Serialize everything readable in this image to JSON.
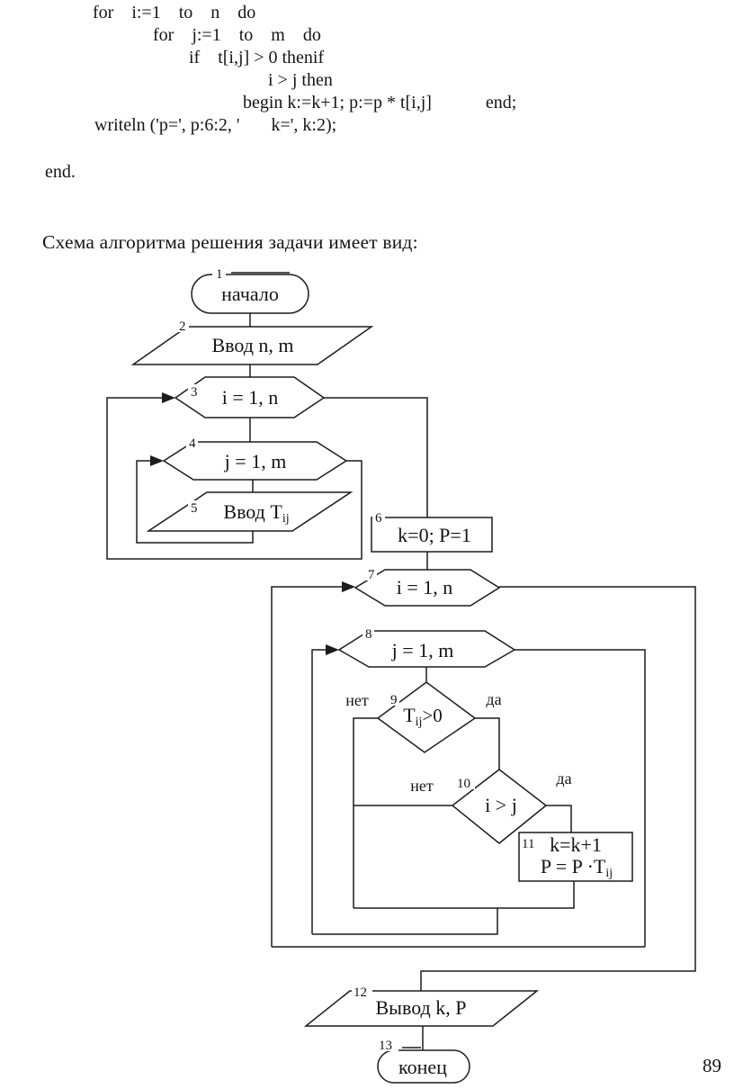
{
  "document": {
    "heading": "Схема алгоритма решения задачи имеет вид:",
    "page_number": "89",
    "code": {
      "lines": [
        "for    i:=1    to    n    do",
        "for    j:=1    to    m    do",
        "if    t[i,j] > 0 thenif",
        "i > j then",
        "begin k:=k+1; p:=p * t[i,j]            end;",
        "writeln ('p=', p:6:2, '       k=', k:2);",
        "end."
      ]
    }
  },
  "flowchart": {
    "nodes": {
      "start": {
        "id": "1",
        "label": "начало"
      },
      "input_nm": {
        "id": "2",
        "label": "Ввод n, m"
      },
      "loop_i1": {
        "id": "3",
        "label": "i = 1, n"
      },
      "loop_j1": {
        "id": "4",
        "label": "j = 1, m"
      },
      "input_t": {
        "id": "5",
        "pre": "Ввод T",
        "sub": "ij"
      },
      "init": {
        "id": "6",
        "label": "k=0; P=1"
      },
      "loop_i2": {
        "id": "7",
        "label": "i = 1, n"
      },
      "loop_j2": {
        "id": "8",
        "label": "j = 1, m"
      },
      "cond_t": {
        "id": "9",
        "pre": "T",
        "sub": "ij",
        "post": ">0"
      },
      "cond_ij": {
        "id": "10",
        "label": "i > j"
      },
      "update": {
        "id": "11",
        "line1": "k=k+1",
        "line2_pre": "P = P ·T",
        "line2_sub": "ij"
      },
      "output": {
        "id": "12",
        "label": "Вывод k, P"
      },
      "end": {
        "id": "13",
        "label": "конец"
      }
    },
    "branch_labels": {
      "no": "нет",
      "yes": "да"
    }
  }
}
